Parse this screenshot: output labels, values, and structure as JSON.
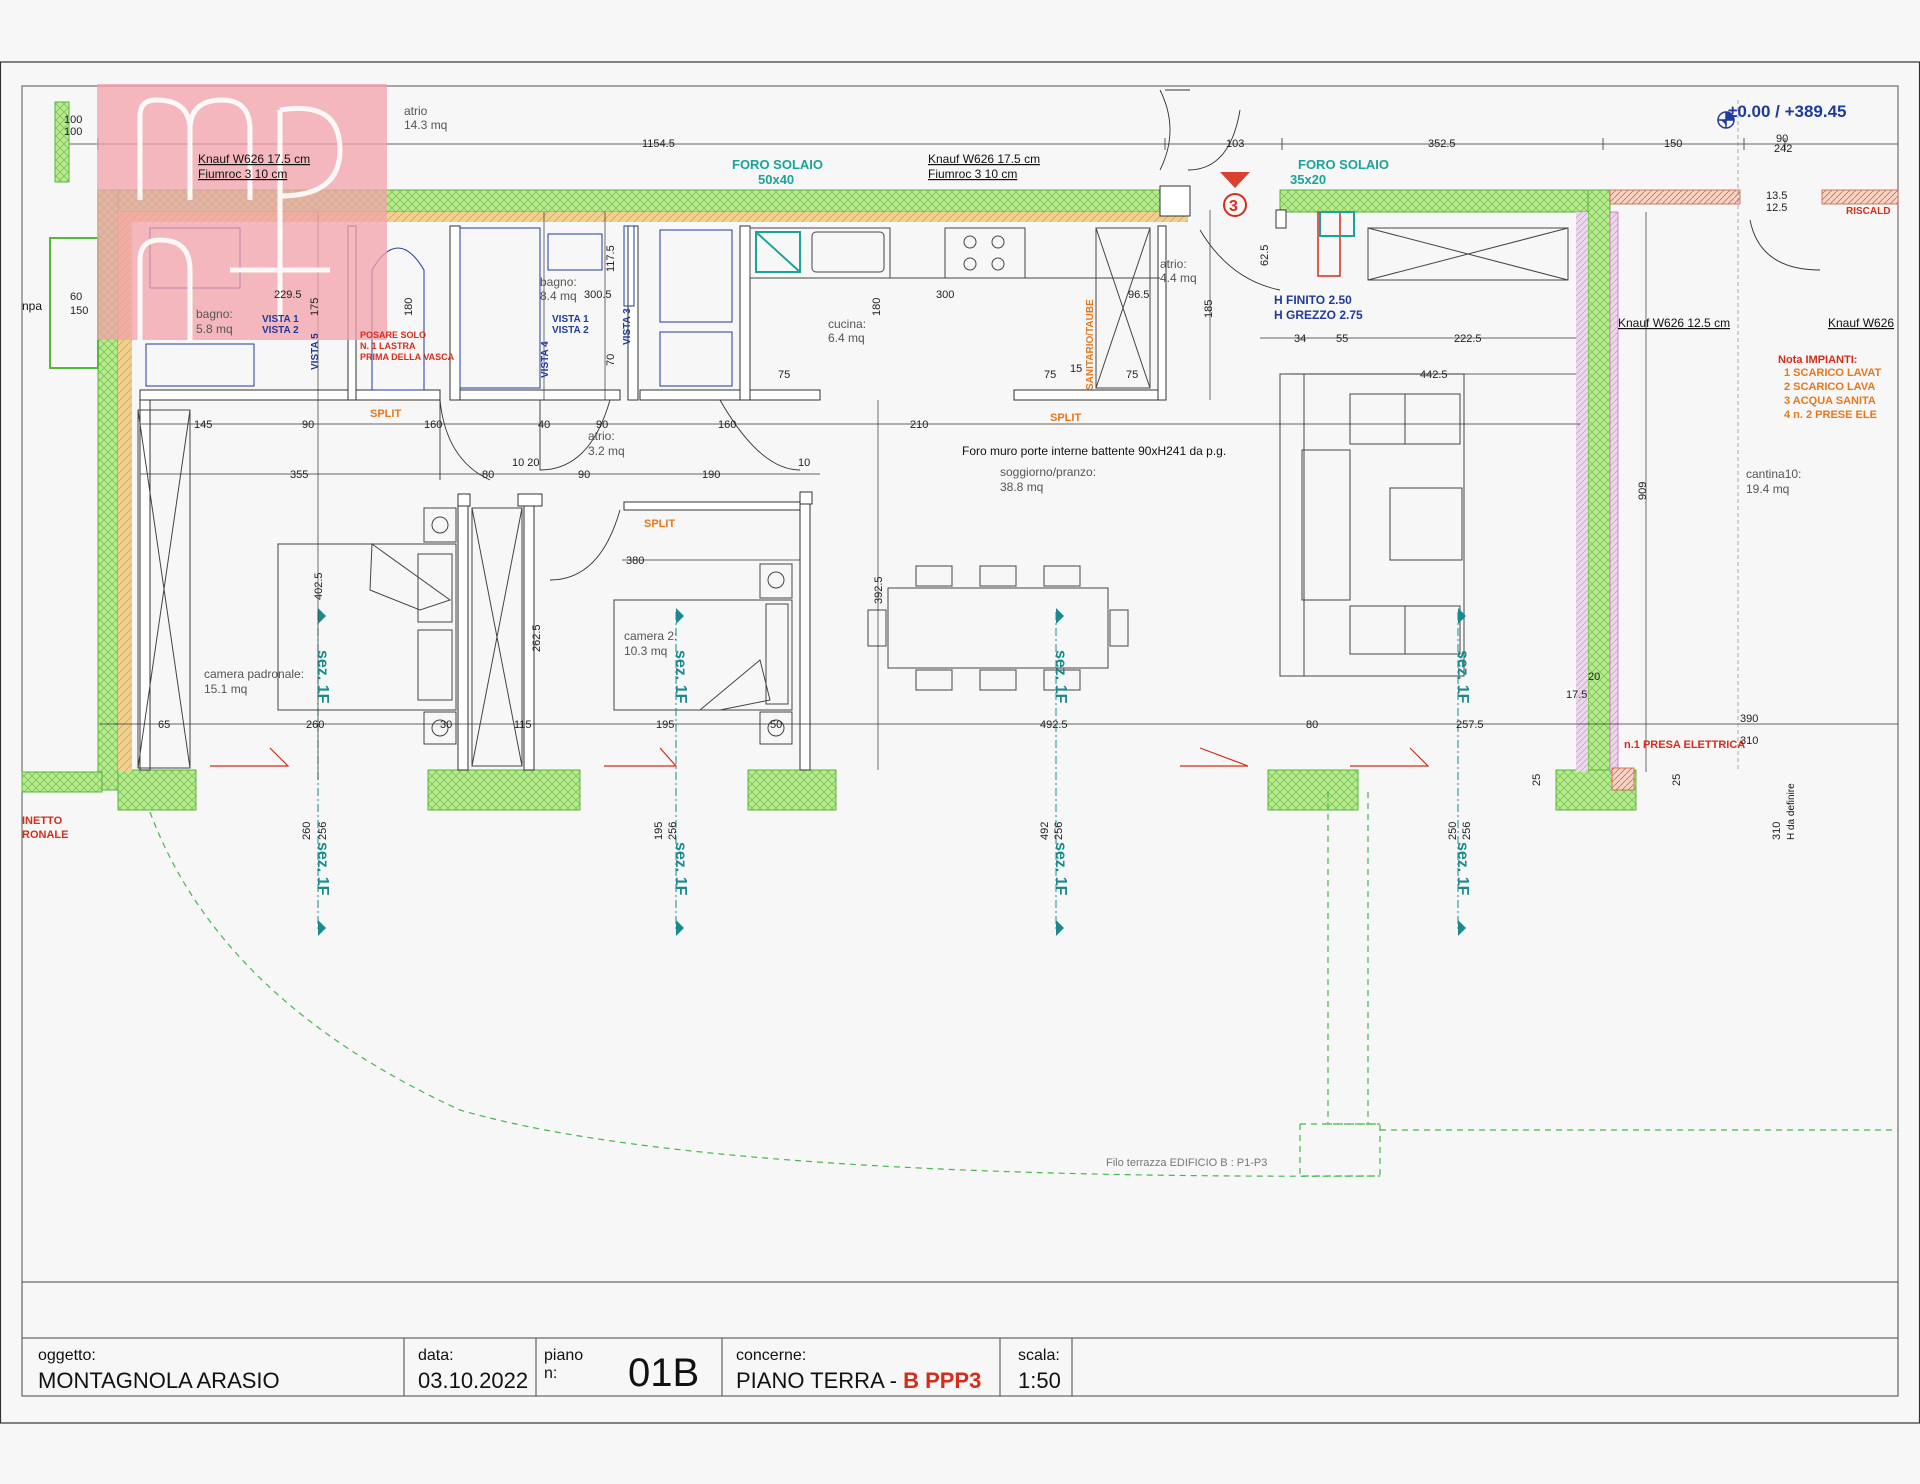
{
  "colors": {
    "wall": "#b9ea8e",
    "wallStroke": "#55b83a",
    "insul": "#f0cf8f",
    "magenta": "#d46bc0",
    "teal": "#1aa39a",
    "section": "#1a8a8c",
    "blue": "#1f3a9c",
    "red": "#d62c1a",
    "orange": "#e6781c",
    "logo": "#f3a1aa",
    "terrace": "#44b84a"
  },
  "header": {
    "elevation": "±0.00 / +389.45"
  },
  "rooms": [
    {
      "name": "atrio",
      "area": "14.3 mq"
    },
    {
      "name": "bagno:",
      "area": "5.8 mq"
    },
    {
      "name": "bagno:",
      "area": "8.4 mq"
    },
    {
      "name": "cucina:",
      "area": "6.4 mq"
    },
    {
      "name": "atrio:",
      "area": "4.4 mq"
    },
    {
      "name": "atrio:",
      "area": "3.2 mq"
    },
    {
      "name": "soggiorno/pranzo:",
      "area": "38.8 mq"
    },
    {
      "name": "camera padronale:",
      "area": "15.1 mq"
    },
    {
      "name": "camera 2:",
      "area": "10.3 mq"
    },
    {
      "name": "cantina10:",
      "area": "19.4 mq"
    }
  ],
  "notes": {
    "knauf1": "Knauf W626 17.5 cm",
    "fiumroc1": "Fiumroc 3 10 cm",
    "knauf2": "Knauf W626 17.5 cm",
    "fiumroc2": "Fiumroc 3 10 cm",
    "knauf3": "Knauf W626 12.5 cm",
    "knauf4": "Knauf W626",
    "foro1": "FORO SOLAIO",
    "foro1size": "50x40",
    "foro2": "FORO SOLAIO",
    "foro2size": "35x20",
    "hfinito": "H FINITO 2.50",
    "hgrezzo": "H GREZZO 2.75",
    "foro_muro": "Foro muro porte interne battente 90xH241 da p.g.",
    "filo": "Filo terrazza EDIFICIO B : P1-P3",
    "vasca1": "POSARE SOLO",
    "vasca2": "N. 1 LASTRA",
    "vasca3": "PRIMA DELLA VASCA",
    "presa": "n.1 PRESA ELETTRICA",
    "impianti_title": "Nota IMPIANTI:",
    "impianti": [
      "1  SCARICO LAVAT",
      "2  SCARICO LAVA",
      "3  ACQUA SANITA",
      "4  n. 2 PRESE ELE"
    ],
    "split": "SPLIT",
    "vista1": "VISTA 1",
    "vista2": "VISTA 2",
    "vista3": "VISTA 3",
    "vista4": "VISTA 4",
    "vista5": "VISTA 5",
    "sanitari": "SANITARIO/TAUBE",
    "riscald": "RISCALD",
    "gabinetto": "INETTO",
    "padronale": "RONALE",
    "hdefinire": "H da definire",
    "callout": "3",
    "npa": "npa",
    "section": "sez. 1F"
  },
  "dims": {
    "d100a": "100",
    "d100b": "100",
    "d1154": "1154.5",
    "d103": "103",
    "d3525": "352.5",
    "d150": "150",
    "d90": "90",
    "d242": "242",
    "d135": "13.5",
    "d125": "12.5",
    "d2295": "229.5",
    "d60": "60",
    "d150b": "150",
    "d175": "175",
    "d180": "180",
    "d3005": "300.5",
    "d1175": "117.5",
    "d300": "300",
    "d965": "96.5",
    "d185": "185",
    "d625": "62.5",
    "d34": "34",
    "d55": "55",
    "d2225": "222.5",
    "d4425": "442.5",
    "d145": "145",
    "d160": "160",
    "d40": "40",
    "d90b": "90",
    "d210": "210",
    "d355": "355",
    "d80": "80",
    "d1020": "10 20",
    "d190": "190",
    "d10": "10",
    "d380": "380",
    "d4025": "402.5",
    "d3925": "392.5",
    "d2625": "262.5",
    "d909": "909",
    "d65": "65",
    "d260": "260",
    "d30": "30",
    "d115": "115",
    "d195": "195",
    "d50": "50",
    "d4925": "492.5",
    "d2575": "257.5",
    "d390": "390",
    "d310": "310",
    "d20": "20",
    "d175b": "17.5",
    "d25": "25",
    "d256": "256",
    "d260b": "260",
    "d195b": "195",
    "d492": "492",
    "d250": "250",
    "d310b": "310",
    "d75": "75",
    "d15": "15",
    "d70": "70"
  },
  "titleblock": {
    "oggetto_label": "oggetto:",
    "oggetto": "MONTAGNOLA ARASIO",
    "data_label": "data:",
    "data": "03.10.2022",
    "piano_label": "piano",
    "n_label": "n:",
    "piano": "01B",
    "concerne_label": "concerne:",
    "concerne": "PIANO TERRA - ",
    "concerne_red": "B PPP3",
    "scala_label": "scala:",
    "scala": "1:50"
  }
}
